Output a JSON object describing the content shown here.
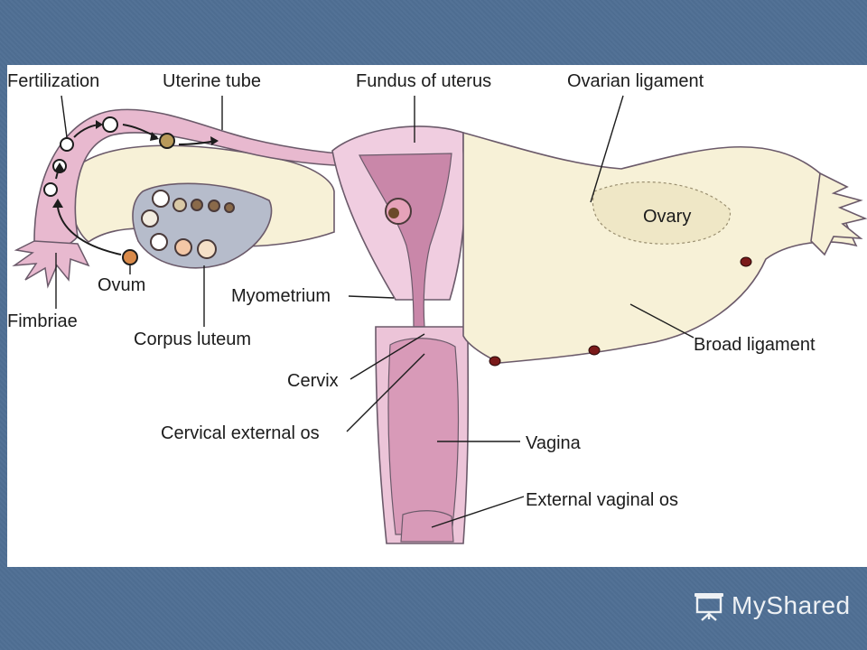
{
  "labels": {
    "fertilization": "Fertilization",
    "uterine_tube": "Uterine tube",
    "fundus": "Fundus of uterus",
    "ovarian_ligament": "Ovarian ligament",
    "ovary": "Ovary",
    "ovum": "Ovum",
    "fimbriae": "Fimbriae",
    "myometrium": "Myometrium",
    "corpus_luteum": "Corpus luteum",
    "broad_ligament": "Broad ligament",
    "cervix": "Cervix",
    "cervical_external_os": "Cervical external os",
    "vagina": "Vagina",
    "external_vaginal_os": "External vaginal os"
  },
  "watermark": {
    "text": "MyShared",
    "icon": "presentation-board-icon"
  },
  "colors": {
    "background": "#4f6f94",
    "tissue_pink": "#e8b9cf",
    "lining_mauve": "#c987a9",
    "ligament_cream": "#f7f1d7",
    "ovary_gray": "#b6bccb"
  }
}
